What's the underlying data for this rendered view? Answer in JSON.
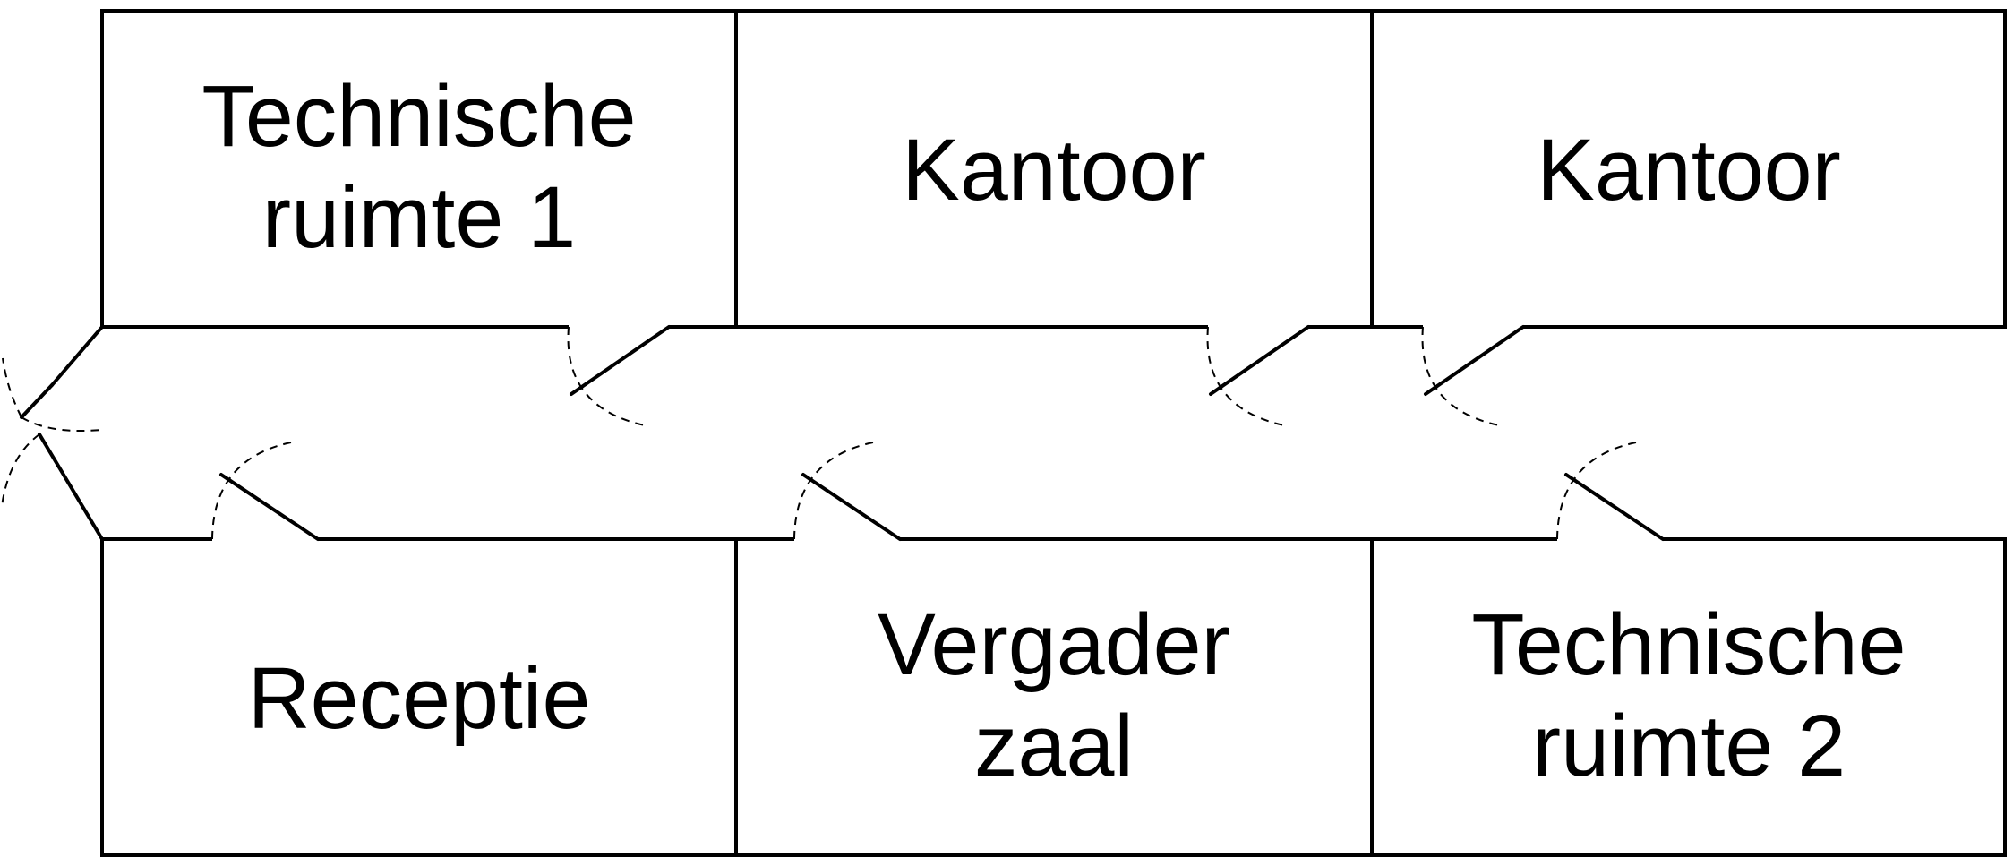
{
  "rooms": {
    "technische_ruimte_1": {
      "line1": "Technische",
      "line2": "ruimte 1"
    },
    "kantoor_1": {
      "line1": "Kantoor"
    },
    "kantoor_2": {
      "line1": "Kantoor"
    },
    "receptie": {
      "line1": "Receptie"
    },
    "vergader_zaal": {
      "line1": "Vergader",
      "line2": "zaal"
    },
    "technische_ruimte_2": {
      "line1": "Technische",
      "line2": "ruimte 2"
    }
  }
}
